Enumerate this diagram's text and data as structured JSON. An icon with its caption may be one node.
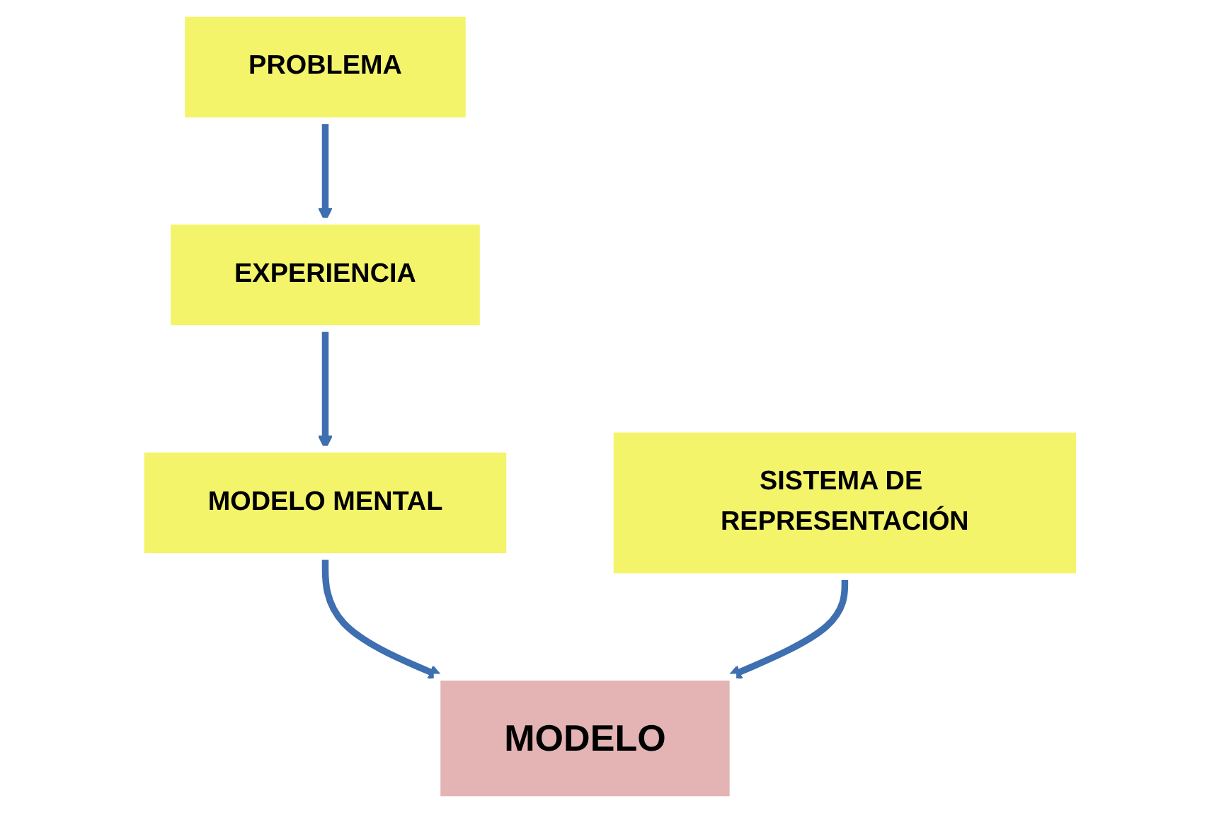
{
  "diagram": {
    "nodes": [
      {
        "text": [
          "PROBLEMA"
        ]
      },
      {
        "text": [
          "EXPERIENCIA"
        ]
      },
      {
        "text": [
          "MODELO MENTAL"
        ]
      },
      {
        "text": [
          "SISTEMA DE REPRESENTACIÓN"
        ]
      },
      {
        "text": [
          "MODELO"
        ]
      }
    ],
    "edges": [
      {
        "from": 0,
        "to": 1,
        "arrow": "to"
      },
      {
        "from": 1,
        "to": 2,
        "arrow": "to"
      },
      {
        "from": 2,
        "to": 4,
        "arrow": "to"
      },
      {
        "from": 3,
        "to": 4,
        "arrow": "to"
      }
    ]
  }
}
